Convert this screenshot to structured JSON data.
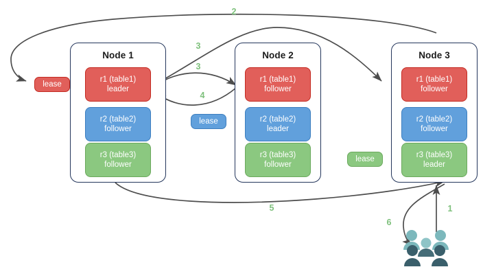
{
  "diagram": {
    "title_hidden": "Raft range leases across three nodes",
    "colors": {
      "red_fill": "#e15f5a",
      "red_border": "#c32a21",
      "blue_fill": "#61a0dc",
      "blue_border": "#3c7ebf",
      "green_fill": "#8bc880",
      "green_border": "#6aa85c",
      "node_border": "#23355b",
      "arrow": "#4d4d4d",
      "label_green": "#7ec07c",
      "user_light": "#7cb8bc",
      "user_dark": "#365a66"
    },
    "nodes": [
      {
        "name": "node-1",
        "title": "Node 1",
        "ranges": [
          {
            "name": "r1",
            "line1": "r1 (table1)",
            "line2": "leader",
            "color": "red"
          },
          {
            "name": "r2",
            "line1": "r2 (table2)",
            "line2": "follower",
            "color": "blue"
          },
          {
            "name": "r3",
            "line1": "r3 (table3)",
            "line2": "follower",
            "color": "green"
          }
        ]
      },
      {
        "name": "node-2",
        "title": "Node 2",
        "ranges": [
          {
            "name": "r1",
            "line1": "r1 (table1)",
            "line2": "follower",
            "color": "red"
          },
          {
            "name": "r2",
            "line1": "r2 (table2)",
            "line2": "leader",
            "color": "blue"
          },
          {
            "name": "r3",
            "line1": "r3 (table3)",
            "line2": "follower",
            "color": "green"
          }
        ]
      },
      {
        "name": "node-3",
        "title": "Node 3",
        "ranges": [
          {
            "name": "r1",
            "line1": "r1 (table1)",
            "line2": "follower",
            "color": "red"
          },
          {
            "name": "r2",
            "line1": "r2 (table2)",
            "line2": "follower",
            "color": "blue"
          },
          {
            "name": "r3",
            "line1": "r3 (table3)",
            "line2": "leader",
            "color": "green"
          }
        ]
      }
    ],
    "leases": [
      {
        "name": "lease-r1",
        "label": "lease",
        "color": "red"
      },
      {
        "name": "lease-r2",
        "label": "lease",
        "color": "blue"
      },
      {
        "name": "lease-r3",
        "label": "lease",
        "color": "green"
      }
    ],
    "edge_labels": [
      {
        "name": "edge-label-1",
        "text": "1"
      },
      {
        "name": "edge-label-2",
        "text": "2"
      },
      {
        "name": "edge-label-3a",
        "text": "3"
      },
      {
        "name": "edge-label-3b",
        "text": "3"
      },
      {
        "name": "edge-label-4",
        "text": "4"
      },
      {
        "name": "edge-label-5",
        "text": "5"
      },
      {
        "name": "edge-label-6",
        "text": "6"
      }
    ],
    "actors": {
      "name": "users-group-icon",
      "label": "users"
    }
  }
}
